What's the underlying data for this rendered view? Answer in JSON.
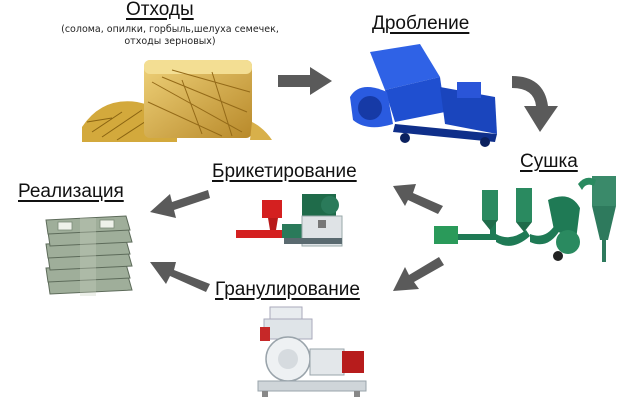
{
  "labels": {
    "waste": "Отходы",
    "waste_note_line1": "(солома, опилки, горбыль,шелуха семечек,",
    "waste_note_line2": "отходы зерновых)",
    "crushing": "Дробление",
    "drying": "Сушка",
    "briquetting": "Брикетирование",
    "granulation": "Гранулирование",
    "sale": "Реализация"
  },
  "colors": {
    "arrow": "#5a5a5a",
    "straw": "#d7b24a",
    "crusher": "#1f4fd0",
    "dryer": "#1f7a55",
    "briquette_red": "#d42020",
    "briquette_motor": "#2a7a5a",
    "granulator": "#e8ecef",
    "money": "#9fae9a"
  }
}
